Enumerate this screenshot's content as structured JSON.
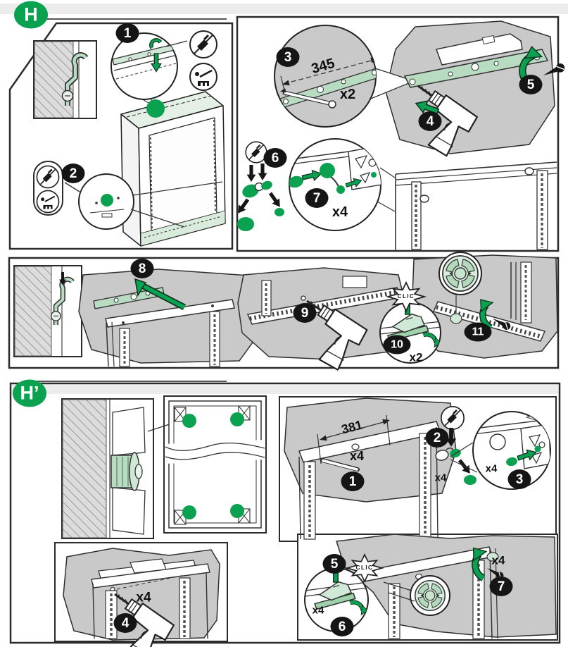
{
  "colors": {
    "accent_green": "#0aa150",
    "light_green": "#cde9d4",
    "rail_green": "#b7dcc1",
    "blob_gray": "#c9c9c9",
    "band_gray": "#ececec"
  },
  "section_h": {
    "badge": "H",
    "steps": [
      "1",
      "2",
      "3",
      "4",
      "5",
      "6",
      "7",
      "8",
      "9",
      "10",
      "11"
    ],
    "labels": {
      "rail_length_mm": "345",
      "rail_qty": "x2",
      "plug_qty": "x4",
      "clic": "CLIC",
      "clip_qty": "x2"
    }
  },
  "section_h_prime": {
    "badge": "H’",
    "steps": [
      "1",
      "2",
      "3",
      "4",
      "5",
      "6",
      "7"
    ],
    "labels": {
      "hole_spacing_mm": "381",
      "pin_qty": "x4",
      "plug_cut_qty": "x4",
      "plug_insert_qty": "x4",
      "drill_qty": "x4",
      "clip_qty": "x4",
      "clic": "CLIC",
      "screw_qty": "x4"
    }
  }
}
